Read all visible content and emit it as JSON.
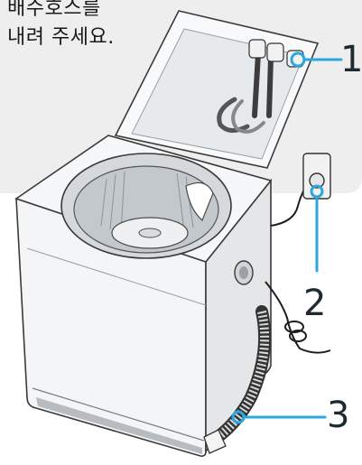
{
  "caption": {
    "line1": "배수호스를",
    "line2": "내려 주세요."
  },
  "callouts": [
    {
      "number": "1"
    },
    {
      "number": "2"
    },
    {
      "number": "3"
    }
  ],
  "colors": {
    "panel_bg": "#eeeeef",
    "callout_line": "#2aa7df",
    "washer_body": "#f4f5f6",
    "outline": "#3a3a3a",
    "hose_dark": "#1e1e1e"
  }
}
